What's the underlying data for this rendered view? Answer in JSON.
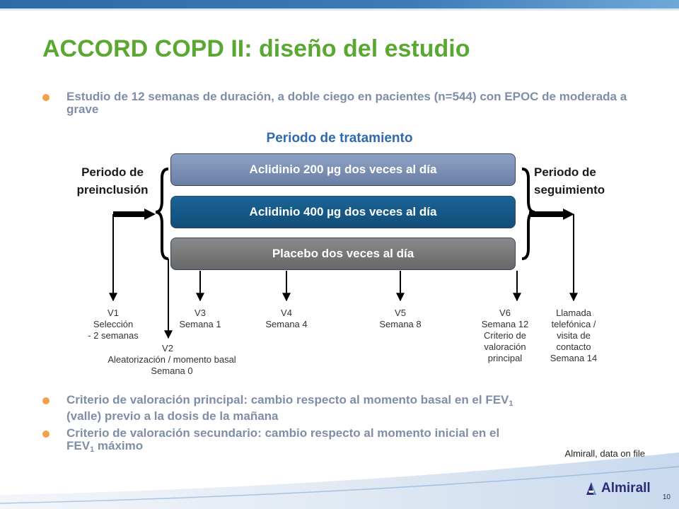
{
  "title": "ACCORD COPD II: diseño del estudio",
  "bullets": {
    "b1": "Estudio de 12 semanas de duración, a doble ciego en pacientes (n=544) con EPOC de moderada a grave",
    "b2_part1": "Criterio de valoración principal: cambio respecto al momento basal en el FEV",
    "b2_sub": "1",
    "b2_part2": "(valle) previo a la dosis de la mañana",
    "b3_part1": "Criterio de valoración secundario: cambio respecto al momento inicial en el",
    "b3_part2a": "FEV",
    "b3_sub": "1",
    "b3_part2b": " máximo"
  },
  "diagram": {
    "treatment_period": "Periodo de tratamiento",
    "run_in_line1": "Periodo de",
    "run_in_line2": "preinclusión",
    "follow_up_line1": "Periodo de",
    "follow_up_line2": "seguimiento",
    "arms": [
      "Aclidinio 200 µg dos veces al día",
      "Aclidinio 400 µg dos veces al día",
      "Placebo dos veces al día"
    ],
    "visits": {
      "v1": [
        "V1",
        "Selección",
        "- 2 semanas"
      ],
      "v2": [
        "V2",
        "Aleatorización / momento basal",
        "Semana 0"
      ],
      "v3": [
        "V3",
        "Semana 1"
      ],
      "v4": [
        "V4",
        "Semana 4"
      ],
      "v5": [
        "V5",
        "Semana 8"
      ],
      "v6": [
        "V6",
        "Semana 12",
        "Criterio de",
        "valoración",
        "principal"
      ],
      "call": [
        "Llamada",
        "telefónica /",
        "visita de",
        "contacto",
        "Semana 14"
      ]
    }
  },
  "source": "Almirall, data on file",
  "page_number": "10",
  "logo_text": "Almirall",
  "colors": {
    "title": "#5aa832",
    "bullet_text": "#7f8ea7",
    "bullet_dot": "#f1a14a",
    "period_title": "#2f6aad",
    "arm1": "#7b8fb5",
    "arm2": "#175a89",
    "arm3": "#777777"
  }
}
